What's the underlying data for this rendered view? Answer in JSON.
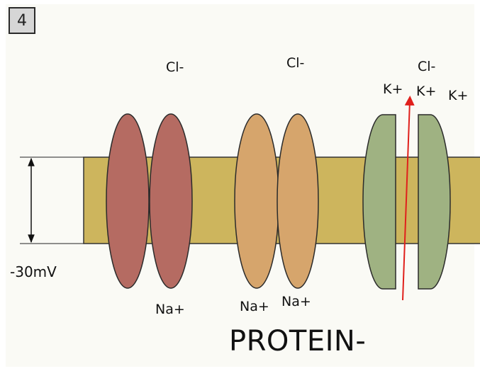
{
  "slide_number": "4",
  "voltage_label": "-30mV",
  "ions": {
    "cl_1": "Cl-",
    "cl_2": "Cl-",
    "cl_3": "Cl-",
    "k_1": "K+",
    "k_2": "K+",
    "k_3": "K+",
    "na_1": "Na+",
    "na_2": "Na+",
    "na_3": "Na+"
  },
  "protein_label": "PROTEIN-",
  "colors": {
    "membrane": "#cdb55d",
    "sodium_channel": "#b56b62",
    "chloride_channel": "#d6a56c",
    "potassium_channel": "#9fb282",
    "arrow": "#e0201c"
  }
}
